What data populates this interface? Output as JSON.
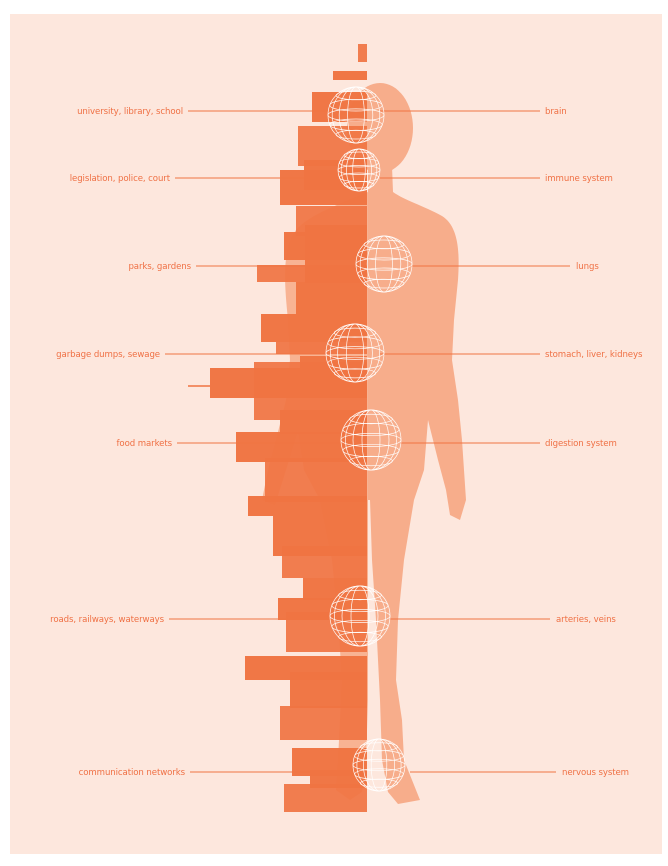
{
  "colors": {
    "background": "#fde7dd",
    "silhouette": "#f7ad8b",
    "city": "#f07442",
    "globe": "#ffffff",
    "label": "#ef7044",
    "leader": "#f07442"
  },
  "icons": {
    "body": "human-body-silhouette",
    "city": "city-skyline-blocks",
    "organ": "wireframe-globe"
  },
  "pairs": [
    {
      "left": "university, library, school",
      "right": "brain"
    },
    {
      "left": "legislation, police, court",
      "right": "immune system"
    },
    {
      "left": "parks, gardens",
      "right": "lungs"
    },
    {
      "left": "garbage dumps, sewage",
      "right": "stomach, liver, kidneys"
    },
    {
      "left": "food markets",
      "right": "digestion system"
    },
    {
      "left": "roads, railways, waterways",
      "right": "arteries, veins"
    },
    {
      "left": "communication networks",
      "right": "nervous system"
    }
  ]
}
